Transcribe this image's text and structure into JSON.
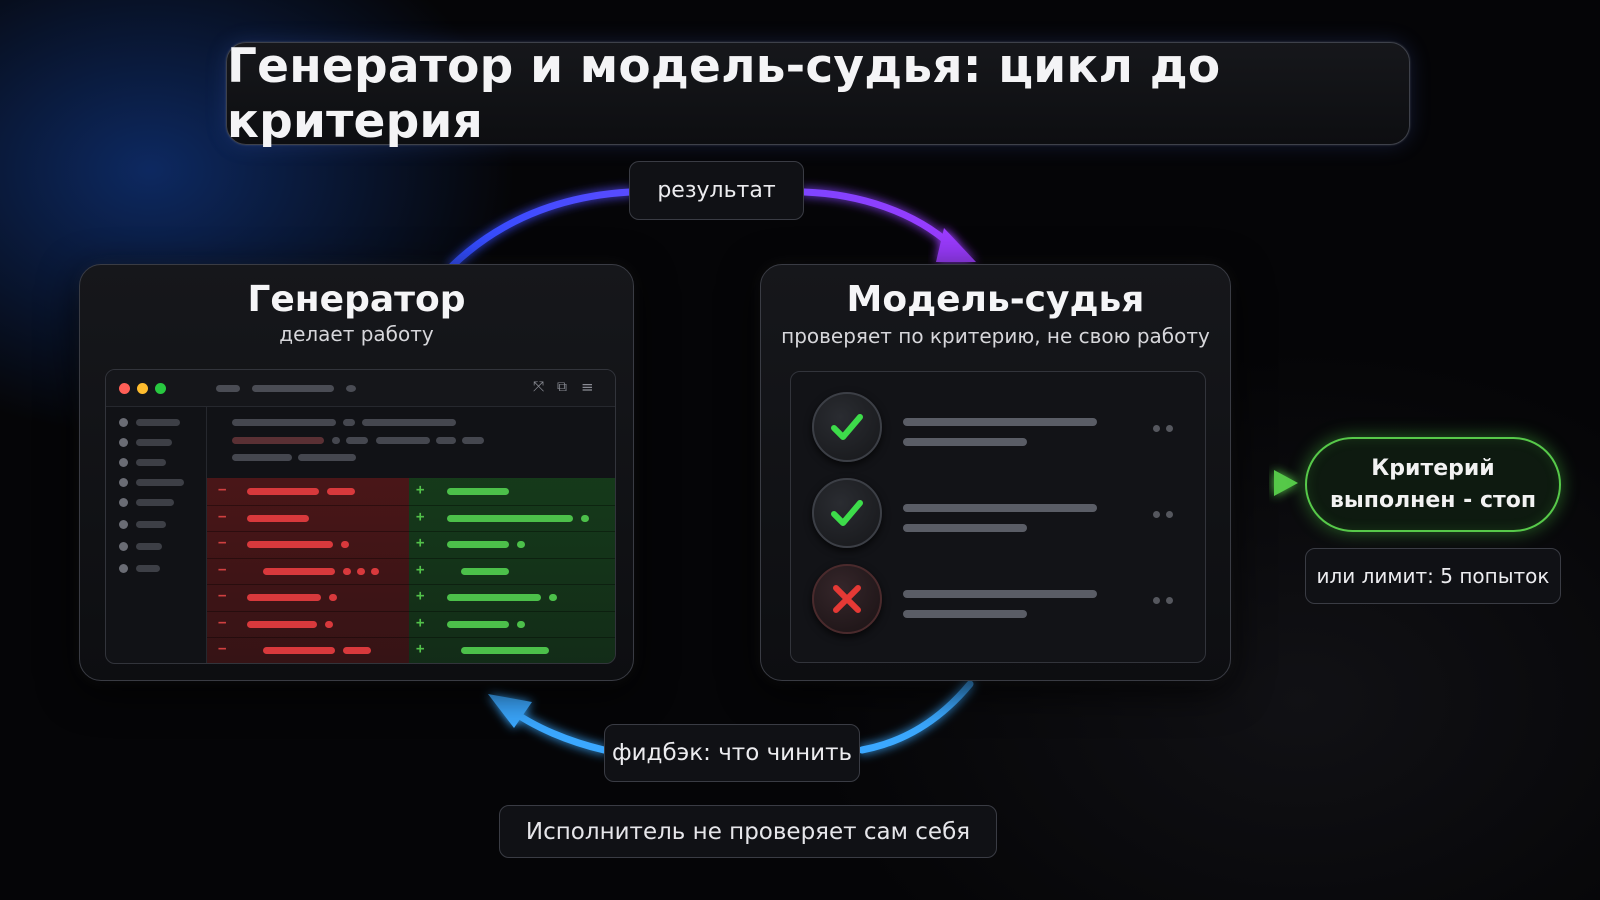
{
  "title": "Генератор и модель-судья: цикл до критерия",
  "arrows": {
    "top_label": "результат",
    "bottom_label": "фидбэк: что чинить"
  },
  "generator": {
    "title": "Генератор",
    "subtitle": "делает работу",
    "editor": {
      "window_dots": [
        "#ff5f57",
        "#febc2e",
        "#28c840"
      ],
      "diff_rows": 7,
      "removed_sign": "−",
      "added_sign": "+"
    }
  },
  "judge": {
    "title": "Модель-судья",
    "subtitle": "проверяет по критерию, не свою работу",
    "checks": [
      {
        "status": "pass",
        "icon": "checkmark-icon"
      },
      {
        "status": "pass",
        "icon": "checkmark-icon"
      },
      {
        "status": "fail",
        "icon": "cross-icon"
      }
    ]
  },
  "outcome": {
    "line1": "Критерий",
    "line2": "выполнен - стоп",
    "limit": "или лимит: 5 попыток"
  },
  "footer_note": "Исполнитель не проверяет сам себя",
  "colors": {
    "arrow_top_start": "#2f4dff",
    "arrow_top_end": "#9b3bff",
    "arrow_bottom": "#3aa8ff",
    "criteria_green": "#57c94a",
    "pass_green": "#3ddc4a",
    "fail_red": "#e53935"
  }
}
